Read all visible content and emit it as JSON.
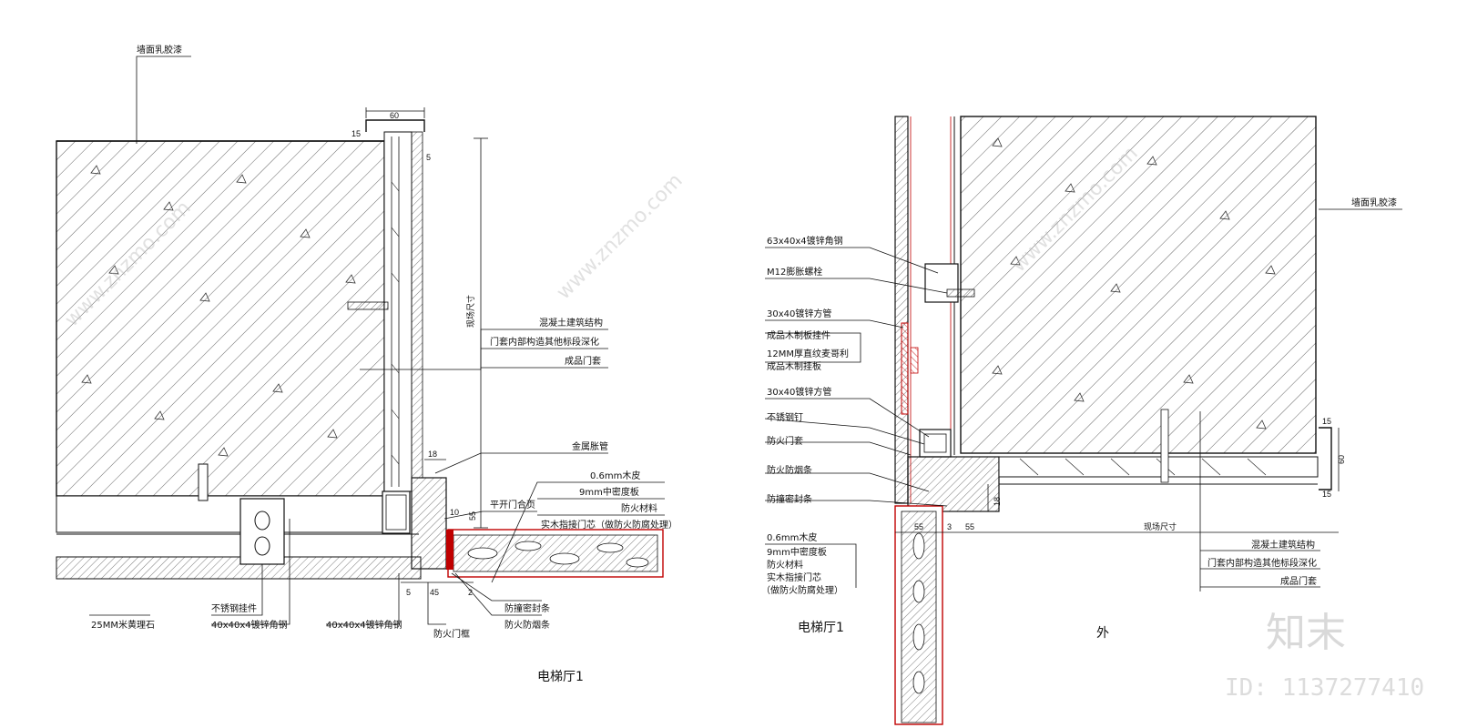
{
  "left": {
    "title": "电梯厅1",
    "top_label": "墙面乳胶漆",
    "dim_top": "60",
    "dim_left_15": "15",
    "dim_right_5": "5",
    "vertical_dim": "现场尺寸",
    "leader_group_1": [
      "混凝土建筑结构",
      "门套内部构造其他标段深化",
      "成品门套"
    ],
    "metal_tube": "金属胀管",
    "dim_18": "18",
    "leader_group_2": [
      "0.6mm木皮",
      "9mm中密度板",
      "防火材料",
      "实木指接门芯（做防火防腐处理）"
    ],
    "hinge": "平开门合页",
    "dim_10": "10",
    "dim_55": "55",
    "dim_bottom_5": "5",
    "dim_bottom_45": "45",
    "dim_bottom_2": "2",
    "marble": "25MM米黄理石",
    "hanger_group": [
      "不锈钢挂件",
      "40x40x4镀锌角钢"
    ],
    "angle_steel": "40x40x4镀锌角钢",
    "door_frame": "防火门框",
    "seal_group": [
      "防撞密封条",
      "防火防烟条"
    ]
  },
  "right": {
    "title": "电梯厅1",
    "outside": "外",
    "wall_paint": "墙面乳胶漆",
    "angle_steel": "63x40x4镀锌角钢",
    "bolt": "M12膨胀螺栓",
    "tube_1": "30x40镀锌方管",
    "panel_group": [
      "成品木制板挂件",
      "12MM厚直纹麦哥利",
      "成品木制挂板"
    ],
    "tube_2": "30x40镀锌方管",
    "nail": "不锈钢钉",
    "fire_casing": "防火门套",
    "smoke_strip": "防火防烟条",
    "seal": "防撞密封条",
    "dim_15": "15",
    "dim_60": "60",
    "dim_15b": "15",
    "dim_18": "18",
    "dim_55a": "55",
    "dim_3": "3",
    "dim_55b": "55",
    "site_dim": "现场尺寸",
    "door_group": [
      "0.6mm木皮",
      "9mm中密度板",
      "防火材料",
      "实木指接门芯",
      "（做防火防腐处理）"
    ],
    "right_group": [
      "混凝土建筑结构",
      "门套内部构造其他标段深化",
      "成品门套"
    ]
  },
  "watermark": {
    "site": "www.znzmo.com",
    "brand": "知末",
    "id": "ID: 1137277410"
  },
  "colors": {
    "line": "#111111",
    "accent": "#c00000",
    "hatch": "#222222"
  }
}
